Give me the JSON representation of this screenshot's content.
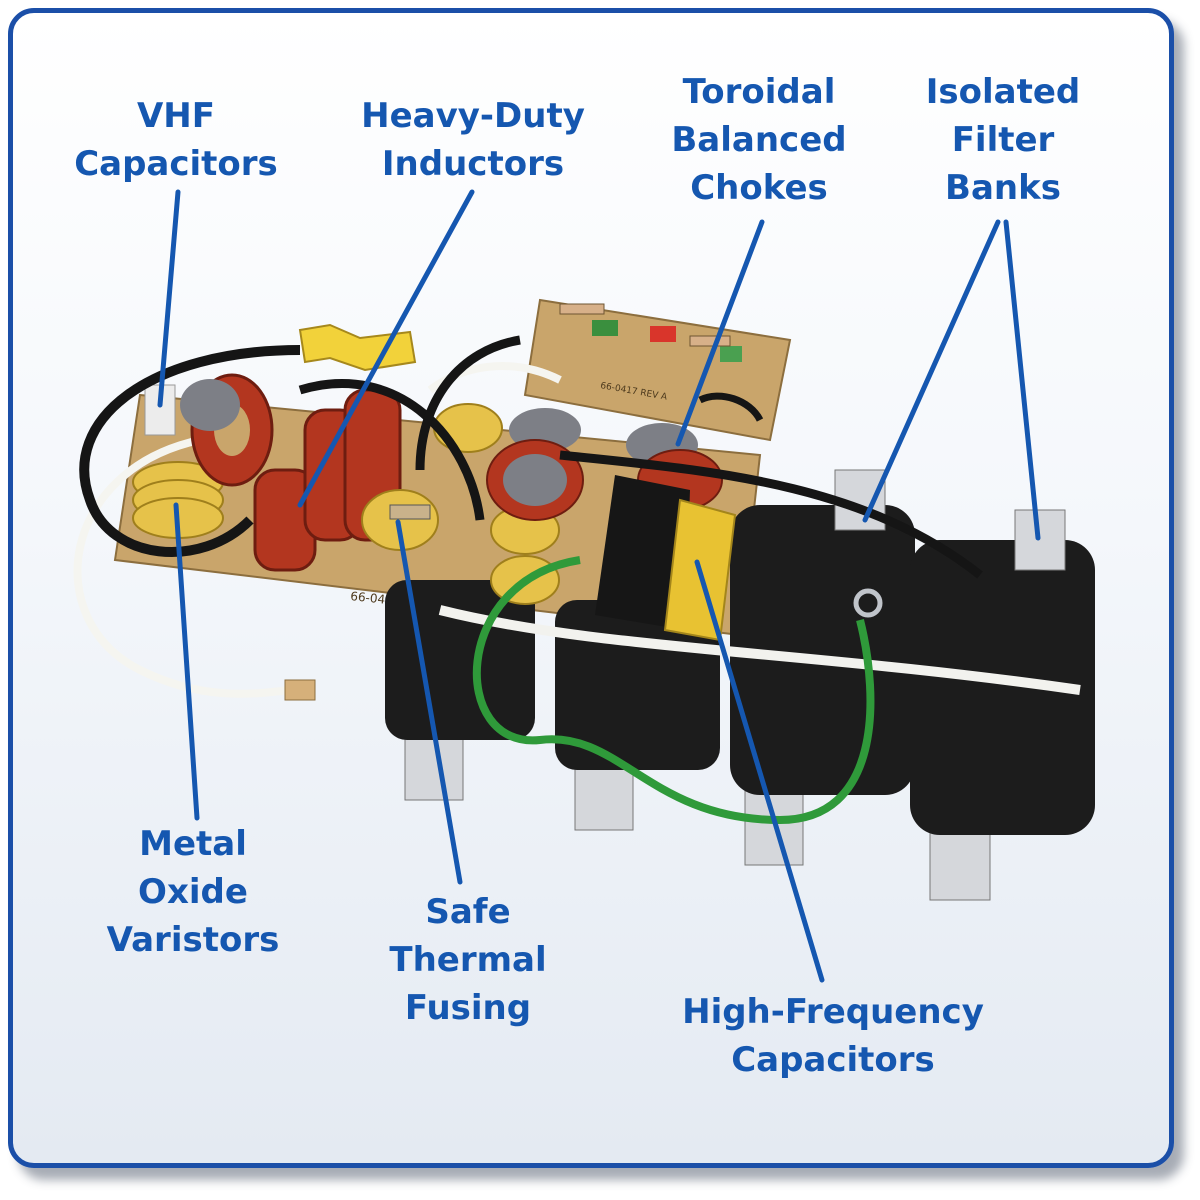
{
  "labels": {
    "vhf_capacitors": [
      "VHF",
      "Capacitors"
    ],
    "heavy_duty_inductors": [
      "Heavy-Duty",
      "Inductors"
    ],
    "toroidal_balanced_chokes": [
      "Toroidal",
      "Balanced",
      "Chokes"
    ],
    "isolated_filter_banks": [
      "Isolated",
      "Filter",
      "Banks"
    ],
    "metal_oxide_varistors": [
      "Metal",
      "Oxide",
      "Varistors"
    ],
    "safe_thermal_fusing": [
      "Safe",
      "Thermal",
      "Fusing"
    ],
    "high_frequency_capacitors": [
      "High-Frequency",
      "Capacitors"
    ]
  },
  "board_markings": {
    "main_board": "66-0469 REV",
    "sub_board": "66-0417 REV A"
  },
  "colors": {
    "label_blue": "#1557b0",
    "frame_blue": "#1b4fa8",
    "pcb_tan": "#c9a56b",
    "copper": "#b3361f",
    "varistor_yellow": "#e6c24a",
    "outlet_black": "#1c1c1c",
    "toroid_gray": "#7d7f86",
    "cap_yellow": "#e8c232",
    "ground_green": "#2f9a3a"
  }
}
